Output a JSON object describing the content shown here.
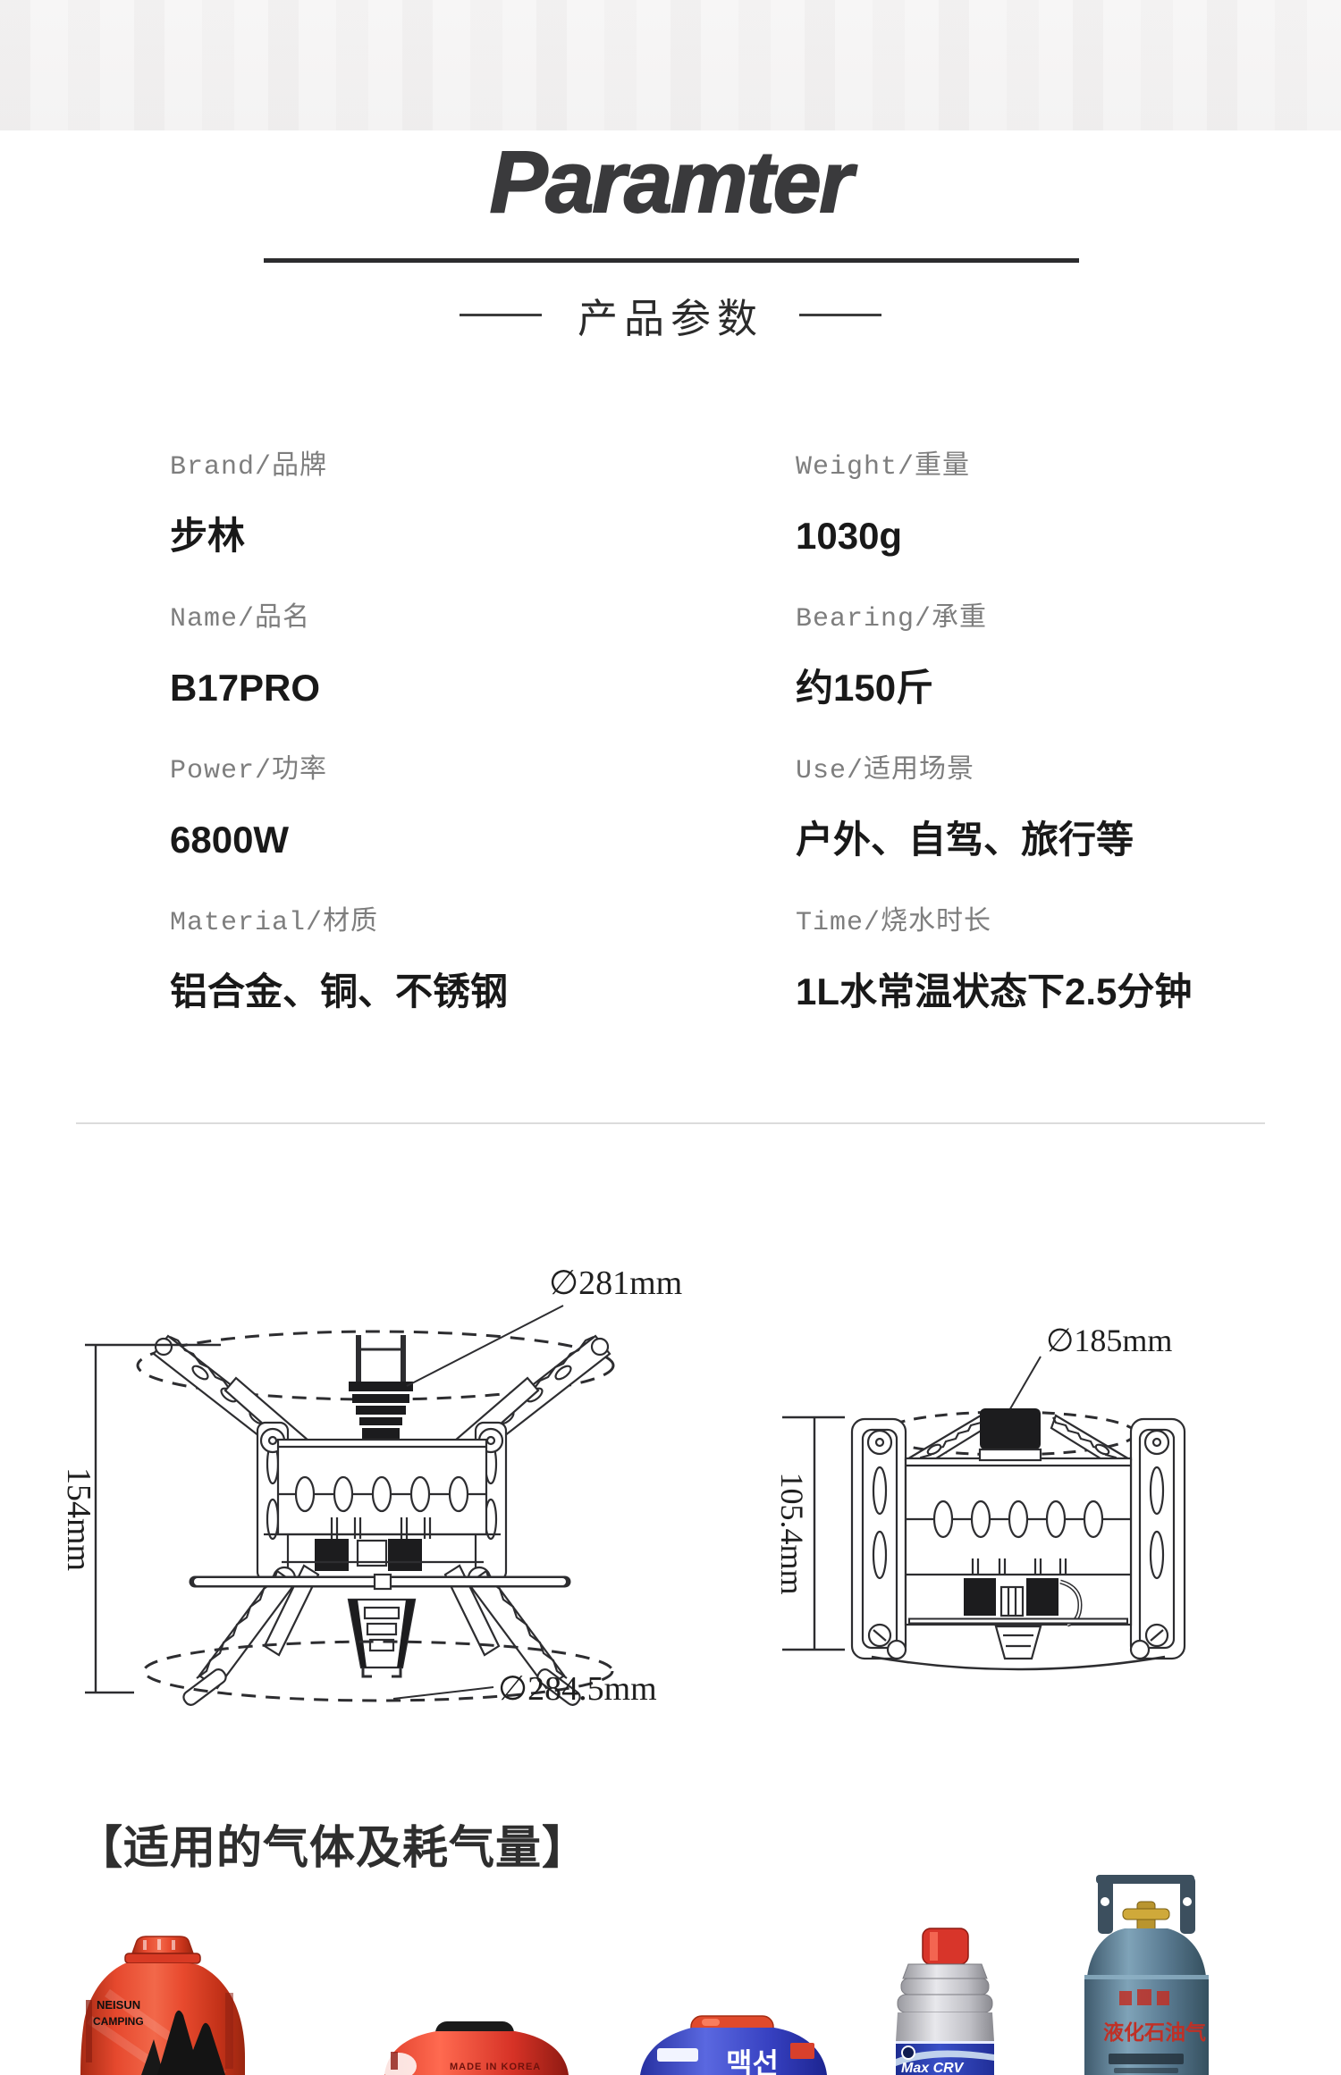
{
  "header": {
    "title": "Paramter",
    "subtitle": "产品参数"
  },
  "params": {
    "items": [
      {
        "label": "Brand/品牌",
        "value": "步林"
      },
      {
        "label": "Weight/重量",
        "value": "1030g"
      },
      {
        "label": "Name/品名",
        "value": "B17PRO"
      },
      {
        "label": "Bearing/承重",
        "value": "约150斤"
      },
      {
        "label": "Power/功率",
        "value": "6800W"
      },
      {
        "label": "Use/适用场景",
        "value": "户外、自驾、旅行等"
      },
      {
        "label": "Material/材质",
        "value": "铝合金、铜、不锈钢"
      },
      {
        "label": "Time/烧水时长",
        "value": "1L水常温状态下2.5分钟"
      }
    ]
  },
  "diagram": {
    "open_stove": {
      "top_diameter": "∅281mm",
      "height": "154mm",
      "bottom_diameter": "∅284.5mm"
    },
    "folded_stove": {
      "top_diameter": "∅185mm",
      "height": "105.4mm"
    }
  },
  "gas_section": {
    "heading": "【适用的气体及耗气量】",
    "canisters": [
      {
        "name": "flat camping gas canister",
        "brand_line1": "NEISUN",
        "brand_line2": "CAMPING"
      },
      {
        "name": "round screw gas canister",
        "text": "MADE IN KOREA"
      },
      {
        "name": "blue gas canister",
        "text": "맥선"
      },
      {
        "name": "long butane cartridge",
        "text": "Max CRV"
      },
      {
        "name": "lpg cylinder",
        "text": "液化石油气"
      }
    ]
  },
  "colors": {
    "ink": "#2d2d30",
    "label_gray": "#7e7e7e",
    "value_black": "#191919",
    "red_can": "#e64a2f",
    "blue_can": "#3640c0",
    "steel_blue": "#5b7c93"
  }
}
